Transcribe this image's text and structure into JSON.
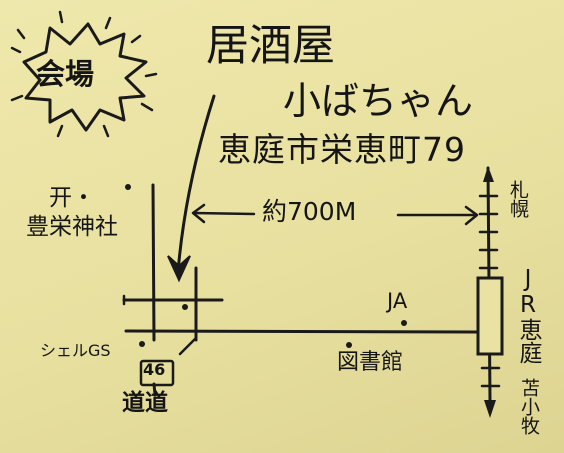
{
  "map": {
    "badge_label": "会場",
    "venue_type": "居酒屋",
    "venue_name": "小ばちゃん",
    "venue_address": "恵庭市栄恵町79",
    "shrine_name": "开・\n豊栄神社",
    "distance": "約700M",
    "ja_label": "JA",
    "library_label": "図書館",
    "gs_label": "シェルGS",
    "route_number": "46",
    "highway_label": "道道",
    "station_label": "JR恵庭",
    "north_destination": "札幌",
    "south_destination": "苫小牧",
    "colors": {
      "paper": "#e9e2a2",
      "ink": "#1a1a1a"
    }
  }
}
